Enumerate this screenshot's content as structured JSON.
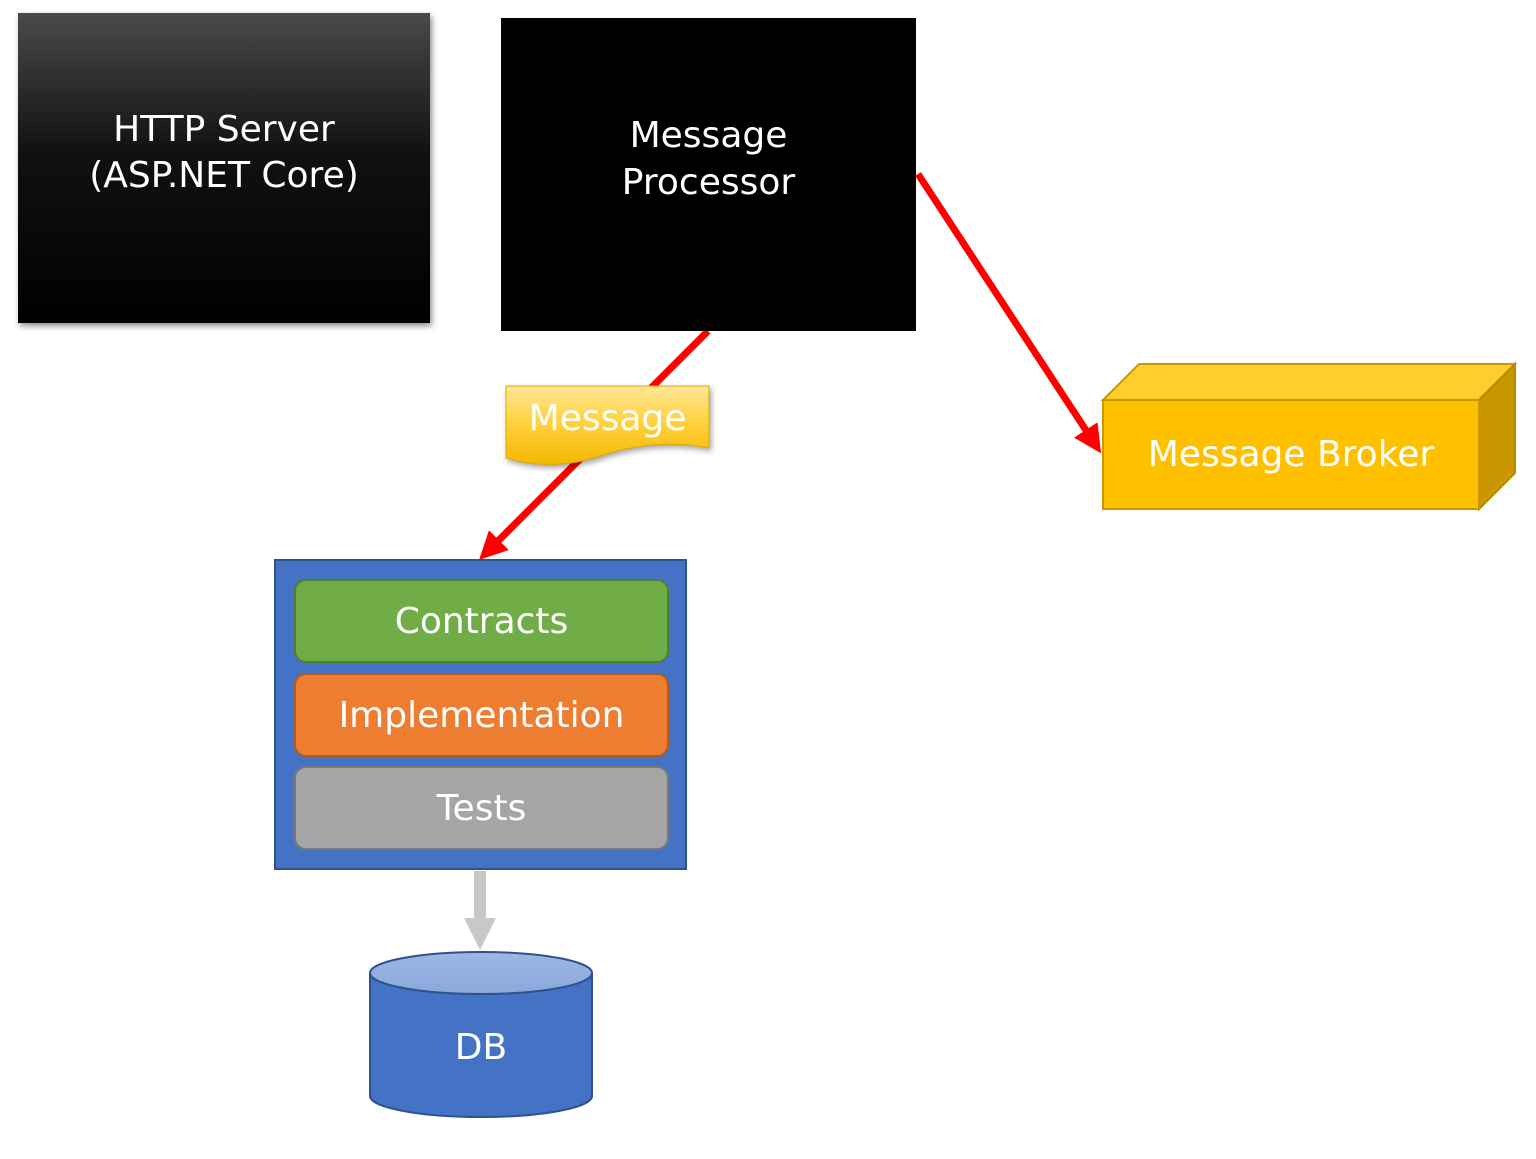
{
  "nodes": {
    "http_server": "HTTP Server\n(ASP.NET Core)",
    "message_processor": "Message\nProcessor",
    "message": "Message",
    "message_broker": "Message Broker",
    "layers": {
      "contracts": "Contracts",
      "implementation": "Implementation",
      "tests": "Tests"
    },
    "db": "DB"
  },
  "colors": {
    "arrow": "#ff0000",
    "db_arrow": "#c8c8c8",
    "service_frame": "#4472c4",
    "contracts": "#70ad47",
    "implementation": "#ed7d31",
    "tests": "#a5a5a5",
    "broker": "#ffc000",
    "message_note": "#ffc000",
    "db": "#4472c4"
  }
}
